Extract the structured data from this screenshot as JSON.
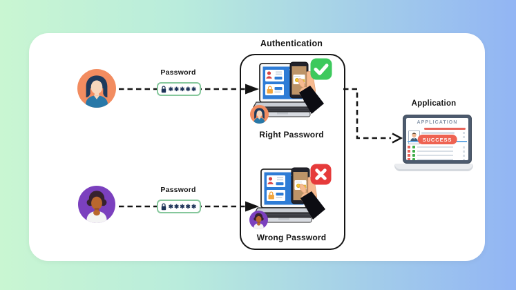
{
  "canvas": {
    "background_left_color": "#c9f6d2",
    "background_right_color": "#92b5f4",
    "card_color": "#ffffff"
  },
  "flows": [
    {
      "user": "woman-avatar",
      "avatar_bg": "#f28c60",
      "password_label": "Password",
      "password_value": "✱✱✱✱✱",
      "outcome_label": "Right Password",
      "outcome_status": "success"
    },
    {
      "user": "curly-hair-avatar",
      "avatar_bg": "#7b40be",
      "password_label": "Password",
      "password_value": "✱✱✱✱✱",
      "outcome_label": "Wrong Password",
      "outcome_status": "failure"
    }
  ],
  "auth_box": {
    "title": "Authentication"
  },
  "application": {
    "title": "Application",
    "screen_title": "APPLICATION",
    "status_badge": "SUCCESS"
  },
  "icons": {
    "success_badge": "check-icon",
    "failure_badge": "x-icon",
    "password_field": "lock-icon",
    "phone_screen": "key-icon"
  },
  "colors": {
    "success_green": "#3dc95d",
    "failure_red": "#e63b3b",
    "password_border_green": "#85c79b",
    "success_badge_red": "#ee6352",
    "accent_blue_screen": "#2e7cd6"
  }
}
